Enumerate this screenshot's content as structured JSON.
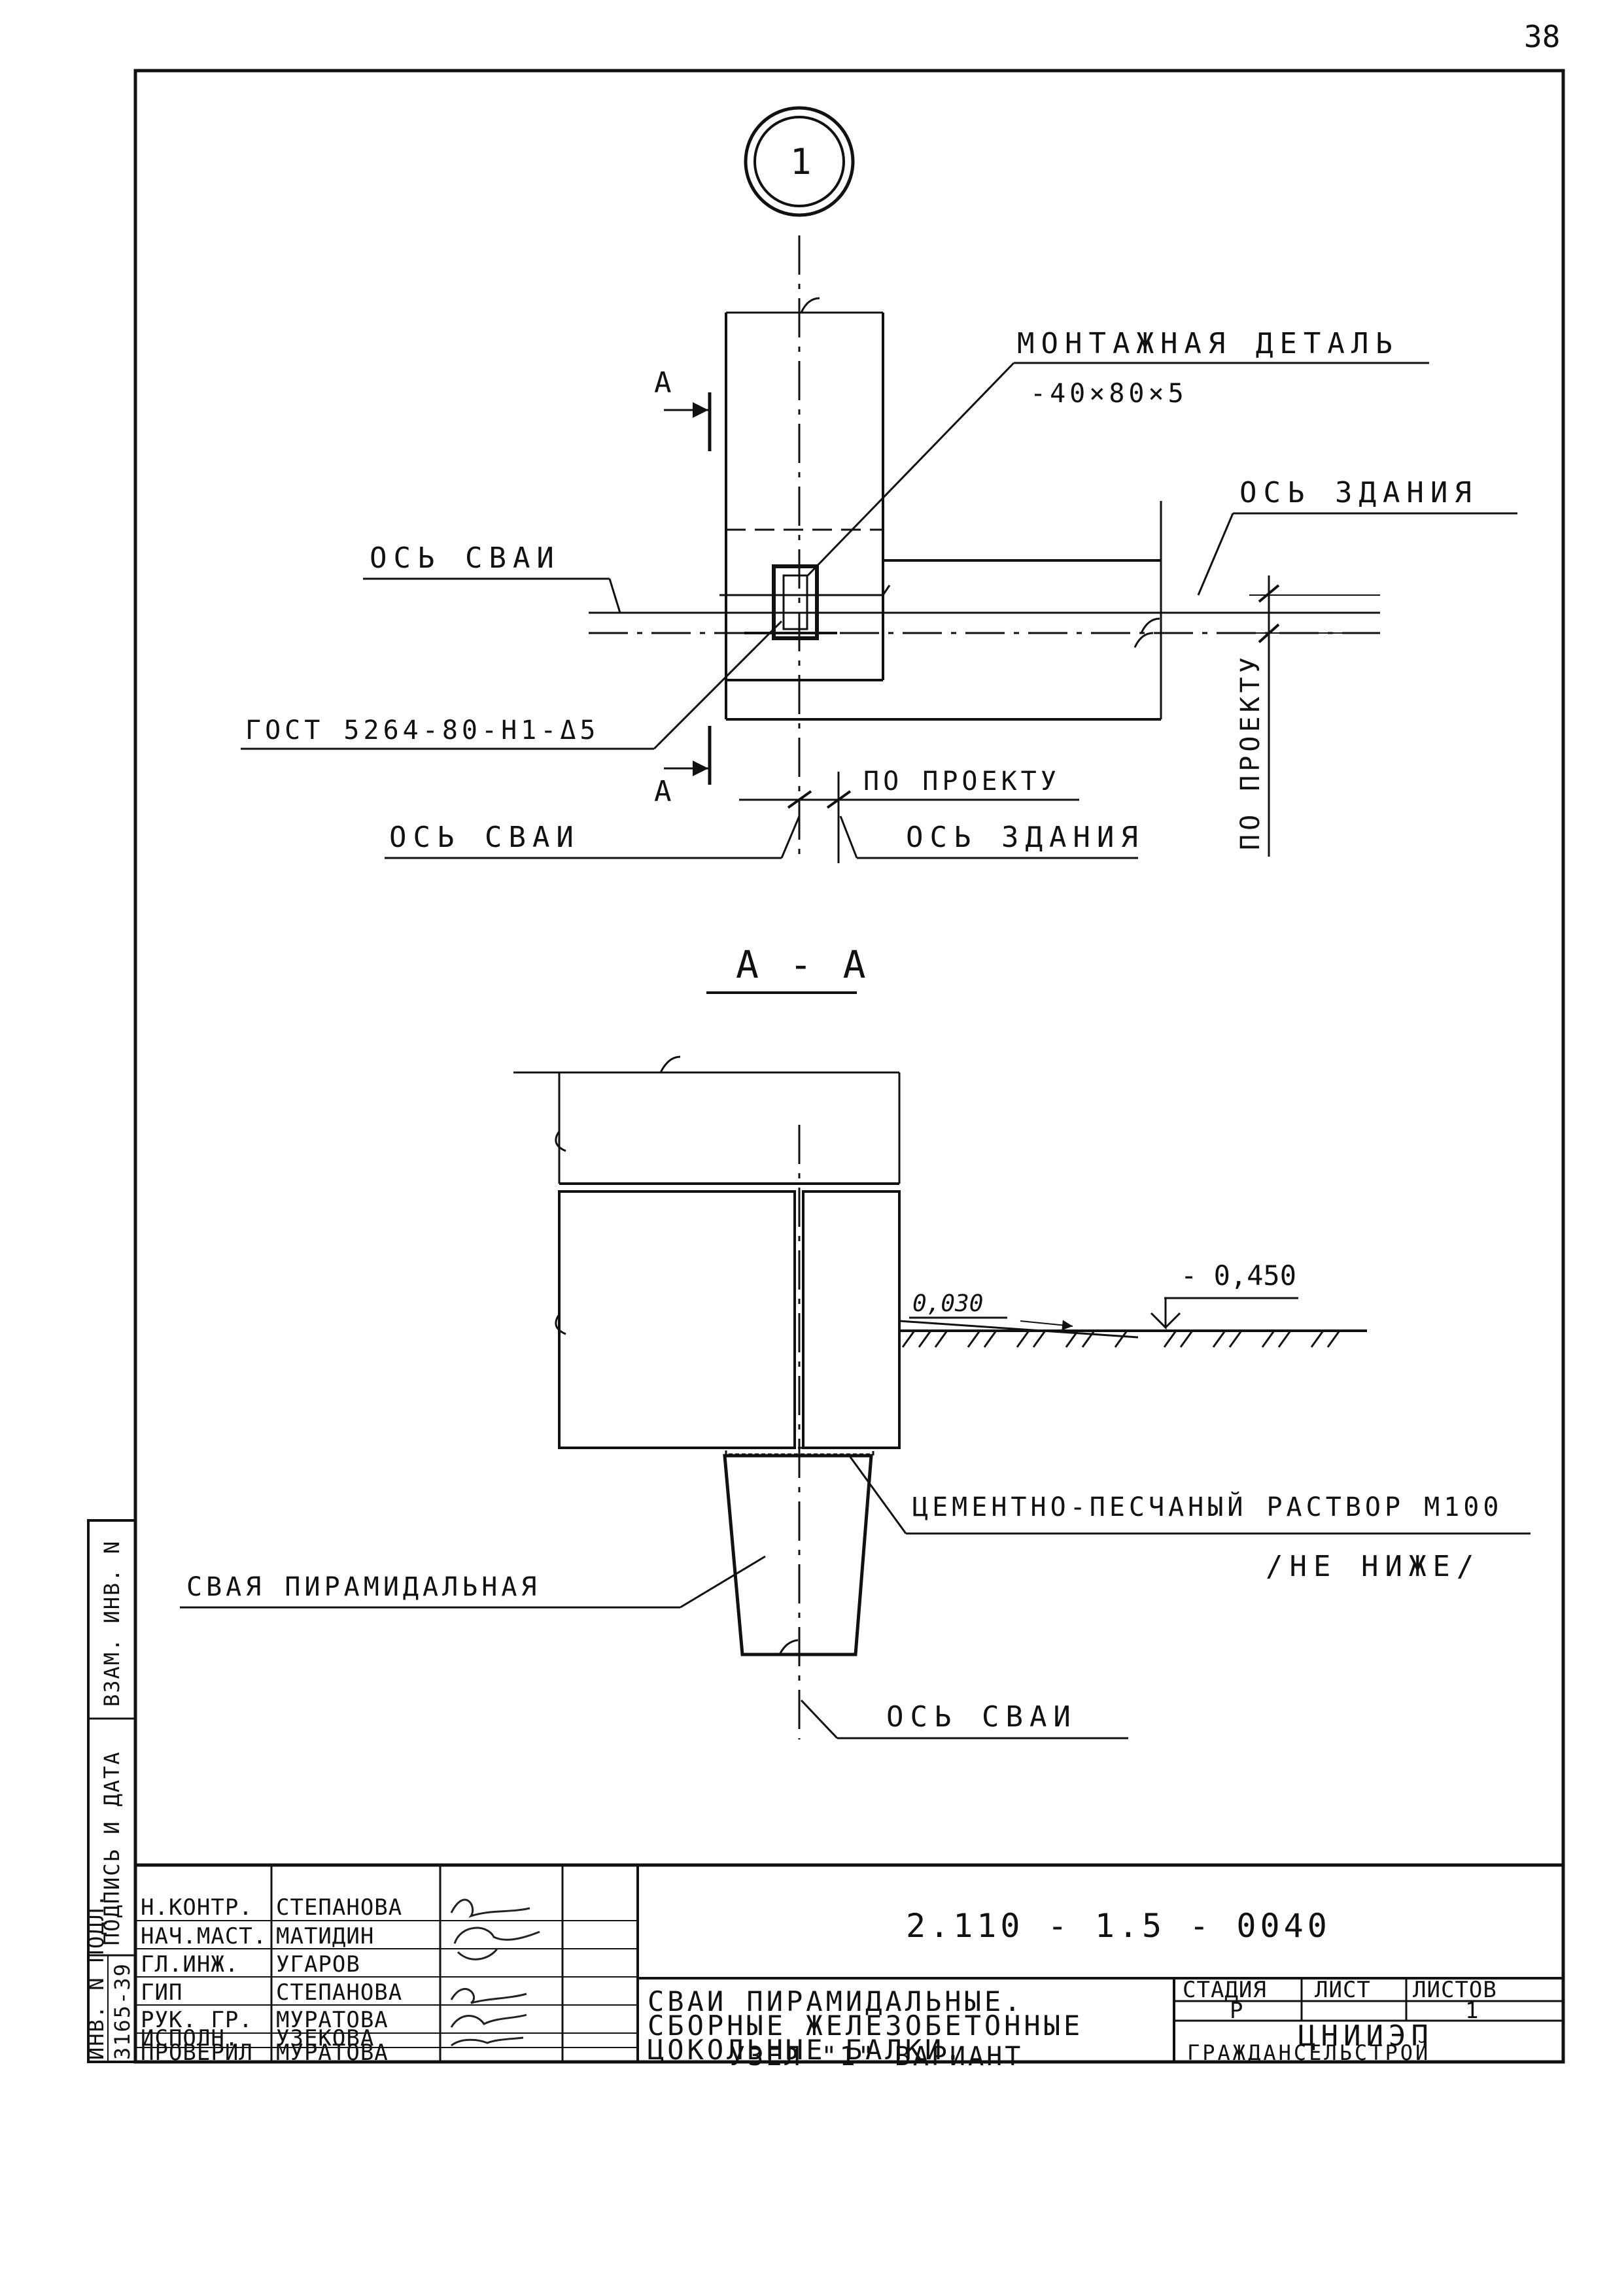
{
  "page_number": "38",
  "node_marker": "1",
  "plan_view": {
    "section_mark": "А",
    "mounting_detail_label": "МОНТАЖНАЯ ДЕТАЛЬ",
    "mounting_detail_size": "-40×80×5",
    "building_axis_label": "ОСЬ ЗДАНИЯ",
    "pile_axis_label": "ОСЬ СВАИ",
    "weld_label": "ГОСТ 5264-80-Н1-Δ5",
    "per_project_label": "ПО ПРОЕКТУ",
    "per_project_vertical": "ПО ПРОЕКТУ",
    "pile_axis_bottom": "ОСЬ СВАИ",
    "building_axis_bottom": "ОСЬ ЗДАНИЯ"
  },
  "section_view": {
    "title": "А - А",
    "level_upper": "0,030",
    "level_lower": "- 0,450",
    "mortar_label": "ЦЕМЕНТНО-ПЕСЧАНЫЙ РАСТВОР М100",
    "mortar_note": "/НЕ НИЖЕ/",
    "pile_label": "СВАЯ ПИРАМИДАЛЬНАЯ",
    "pile_axis_label": "ОСЬ СВАИ"
  },
  "side_stamp": {
    "cells": [
      "ВЗАМ. ИНВ. N",
      "ПОДПИСЬ И ДАТА",
      "ИНВ. N ПОДЛ."
    ],
    "inventory_number": "3165-39"
  },
  "title_block": {
    "document_code": "2.110 - 1.5 - 0040",
    "roles": [
      {
        "role": "Н.КОНТР.",
        "name": "СТЕПАНОВА"
      },
      {
        "role": "НАЧ.МАСТ.",
        "name": "МАТИДИН"
      },
      {
        "role": "ГЛ.ИНЖ.",
        "name": "УГАРОВ"
      },
      {
        "role": "ГИП",
        "name": "СТЕПАНОВА"
      },
      {
        "role": "РУК. ГР.",
        "name": "МУРАТОВА"
      },
      {
        "role": "ИСПОЛН.",
        "name": "УЗЕКОВА"
      },
      {
        "role": "ПРОВЕРИЛ",
        "name": "МУРАТОВА"
      }
    ],
    "title_lines": [
      "СВАИ ПИРАМИДАЛЬНЫЕ.",
      "СБОРНЫЕ ЖЕЛЕЗОБЕТОННЫЕ",
      "ЦОКОЛЬНЫЕ БАЛКИ."
    ],
    "subtitle": "УЗЕЛ \"1\" ВАРИАНТ",
    "stage_header": "СТАДИЯ",
    "sheet_header": "ЛИСТ",
    "sheets_header": "ЛИСТОВ",
    "stage_value": "Р",
    "sheet_value": "",
    "sheets_value": "1",
    "organization": "ЦНИИЭП",
    "organization_sub": "ГРАЖДАНСЕЛЬСТРОЙ"
  }
}
